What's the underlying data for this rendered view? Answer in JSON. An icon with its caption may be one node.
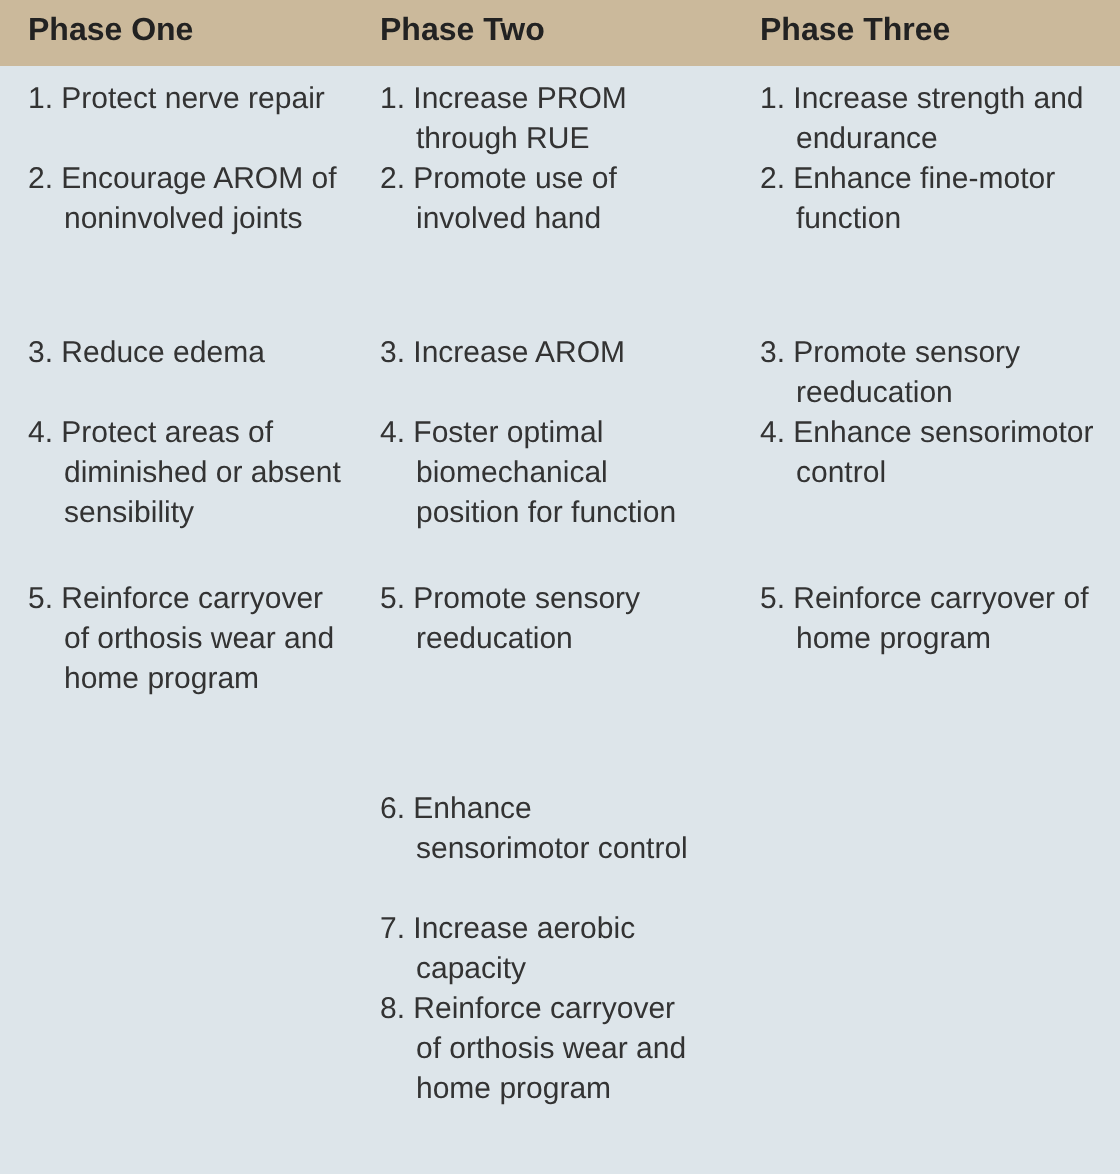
{
  "diagram": {
    "labels": [
      "Phase One",
      "Phase Two",
      "Phase Three",
      "1. Protect nerve repair",
      "1. Increase PROM through RUE",
      "1. Increase strength and endurance",
      "2. Encourage AROM of noninvolved joints",
      "2. Promote use of involved hand",
      "2. Enhance fine-motor function",
      "3. Reduce edema",
      "3. Increase AROM",
      "3. Promote sensory reeducation",
      "4. Protect areas of diminished or absent sensibility",
      "4. Foster optimal biomechanical position for function",
      "4. Enhance sensorimotor control",
      "5. Reinforce carryover of orthosis wear and home program",
      "5. Promote sensory reeducation",
      "5. Reinforce carryover of home program",
      "6. Enhance sensorimotor control",
      "7. Increase aerobic capacity",
      "8. Reinforce carryover of orthosis wear and home program"
    ]
  }
}
